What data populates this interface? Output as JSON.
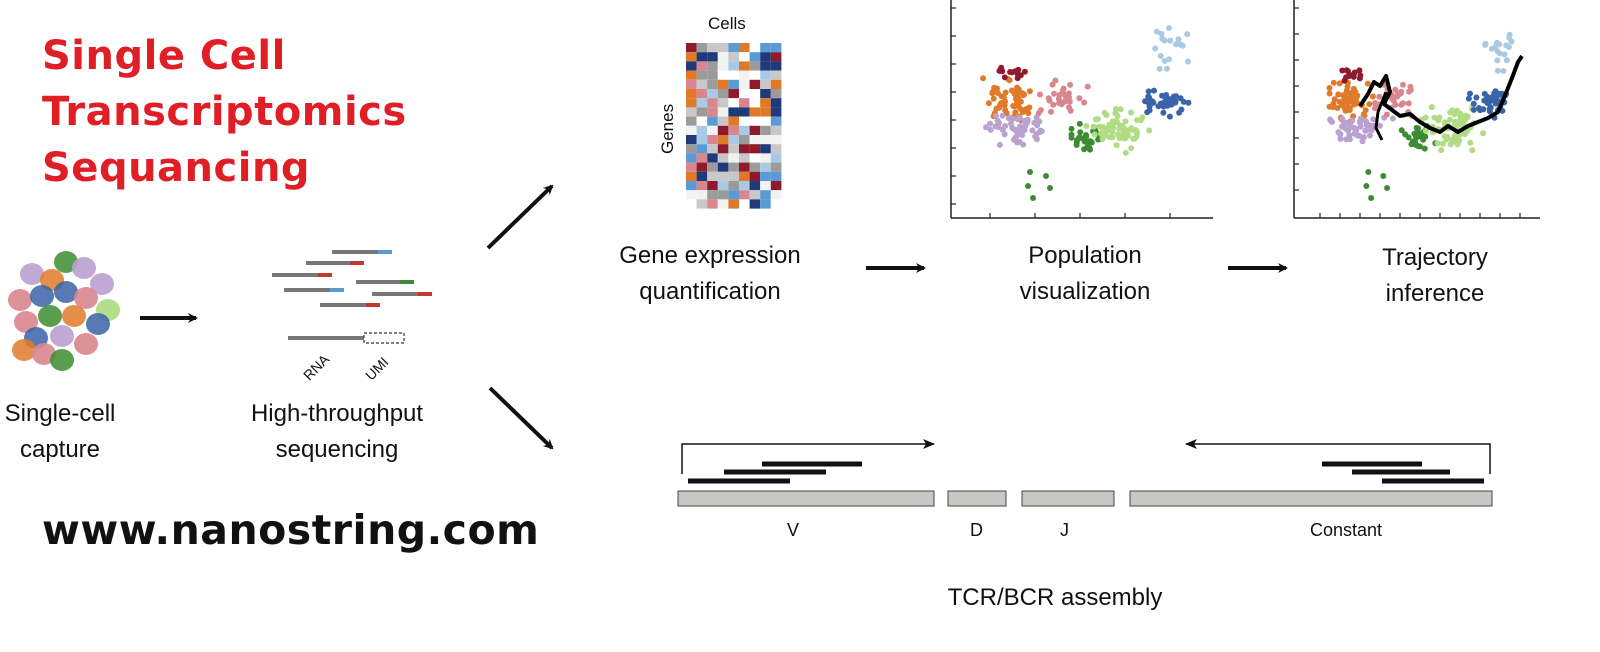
{
  "title": {
    "line1": "Single Cell",
    "line2": "Transcriptomics",
    "line3": "Sequancing"
  },
  "website": "www.nanostring.com",
  "steps": {
    "capture": {
      "line1": "Single-cell",
      "line2": "capture"
    },
    "sequencing": {
      "line1": "High-throughput",
      "line2": "sequencing",
      "rna_label": "RNA",
      "umi_label": "UMI"
    },
    "quantification": {
      "line1": "Gene expression",
      "line2": "quantification",
      "cells_label": "Cells",
      "genes_label": "Genes"
    },
    "visualization": {
      "line1": "Population",
      "line2": "visualization"
    },
    "trajectory": {
      "line1": "Trajectory",
      "line2": "inference"
    }
  },
  "assembly": {
    "segments": [
      "V",
      "D",
      "J",
      "Constant"
    ],
    "caption": "TCR/BCR assembly"
  },
  "colors": {
    "title_red": "#e01e26",
    "orange": "#e07a2a",
    "dark_red": "#8f1a2c",
    "pink": "#d9868e",
    "lavender": "#b9a1d0",
    "dark_green": "#3d8c33",
    "light_green": "#b1dc84",
    "blue": "#3a63a8",
    "light_blue": "#a9c9e4"
  }
}
